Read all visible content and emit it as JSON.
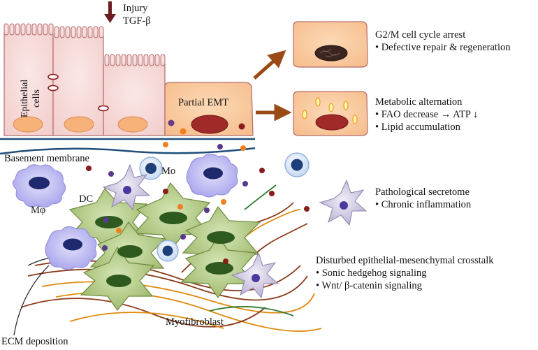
{
  "stimulus": {
    "injury": "Injury",
    "tgf": "TGF-β"
  },
  "labels": {
    "epithelial_cells_line1": "Epithelial",
    "epithelial_cells_line2": "cells",
    "partial_emt": "Partial EMT",
    "basement_membrane": "Basement  membrane",
    "mo": "Mo",
    "mphi": "Mφ",
    "dc": "DC",
    "myofibroblast": "Myofibroblast",
    "ecm_deposition": "ECM deposition"
  },
  "outcomes": [
    {
      "title": "G2/M cell cycle arrest",
      "bullets": [
        "• Defective repair & regeneration"
      ]
    },
    {
      "title": "Metabolic alternation",
      "bullets": [
        "• FAO decrease  → ATP ↓",
        "• Lipid accumulation"
      ]
    },
    {
      "title": "Pathological secretome",
      "bullets": [
        "• Chronic inflammation"
      ]
    },
    {
      "title": "Disturbed epithelial-mesenchymal crosstalk",
      "bullets": [
        "• Sonic hedgehog signaling",
        "• Wnt/  β-catenin signaling"
      ]
    }
  ],
  "colors": {
    "epithelial_fill": "#f6d6d4",
    "epithelial_stroke": "#b46a6a",
    "nucleus_orange": "#f6b57a",
    "emt_cell": "#f8c9a0",
    "emt_nucleus": "#9c2a2a",
    "arrow_brown": "#9a4a15",
    "injury_arrow": "#6d1f1f",
    "membrane_blue": "#1f4e79",
    "macrophage": "#b9b6f0",
    "myofibroblast_green": "#a9c27a",
    "myofibroblast_nucleus": "#2f5a1f"
  }
}
